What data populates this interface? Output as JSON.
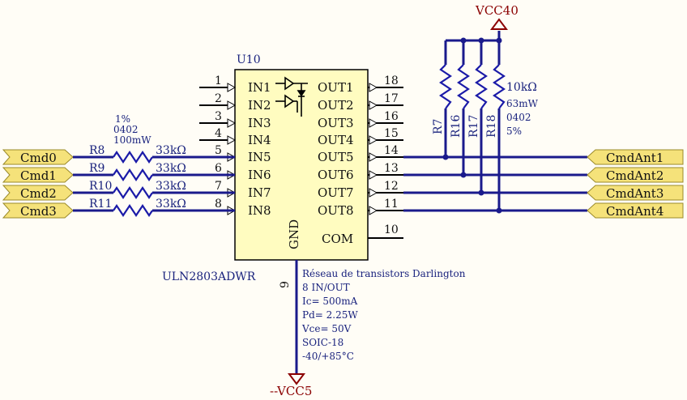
{
  "colors": {
    "background": "#fffdf6",
    "chip_fill": "#fffcc0",
    "wire": "#1a1a8c",
    "port_fill": "#f5e27a",
    "ref_red": "#8b0000",
    "text_blue": "#1a237e"
  },
  "chip": {
    "designator": "U10",
    "part": "ULN2803ADWR",
    "inputs": [
      "IN1",
      "IN2",
      "IN3",
      "IN4",
      "IN5",
      "IN6",
      "IN7",
      "IN8"
    ],
    "outputs": [
      "OUT1",
      "OUT2",
      "OUT3",
      "OUT4",
      "OUT5",
      "OUT6",
      "OUT7",
      "OUT8"
    ],
    "in_pins": [
      "1",
      "2",
      "3",
      "4",
      "5",
      "6",
      "7",
      "8"
    ],
    "out_pins": [
      "18",
      "17",
      "16",
      "15",
      "14",
      "13",
      "12",
      "11"
    ],
    "gnd_label": "GND",
    "gnd_pin": "9",
    "com_label": "COM",
    "com_pin": "10",
    "description": [
      "Réseau de transistors Darlington",
      "8 IN/OUT",
      "Ic= 500mA",
      "Pd= 2.25W",
      "Vce= 50V",
      "SOIC-18",
      "-40/+85°C"
    ]
  },
  "input_ports": [
    "Cmd0",
    "Cmd1",
    "Cmd2",
    "Cmd3"
  ],
  "output_ports": [
    "CmdAnt1",
    "CmdAnt2",
    "CmdAnt3",
    "CmdAnt4"
  ],
  "input_resistors": {
    "refs": [
      "R8",
      "R9",
      "R10",
      "R11"
    ],
    "value": "33kΩ",
    "specs": [
      "1%",
      "0402",
      "100mW"
    ]
  },
  "pullup_resistors": {
    "refs": [
      "R7",
      "R16",
      "R17",
      "R18"
    ],
    "specs": [
      "10kΩ",
      "63mW",
      "0402",
      "5%"
    ]
  },
  "power": {
    "top": "VCC40",
    "bottom": "--VCC5"
  }
}
